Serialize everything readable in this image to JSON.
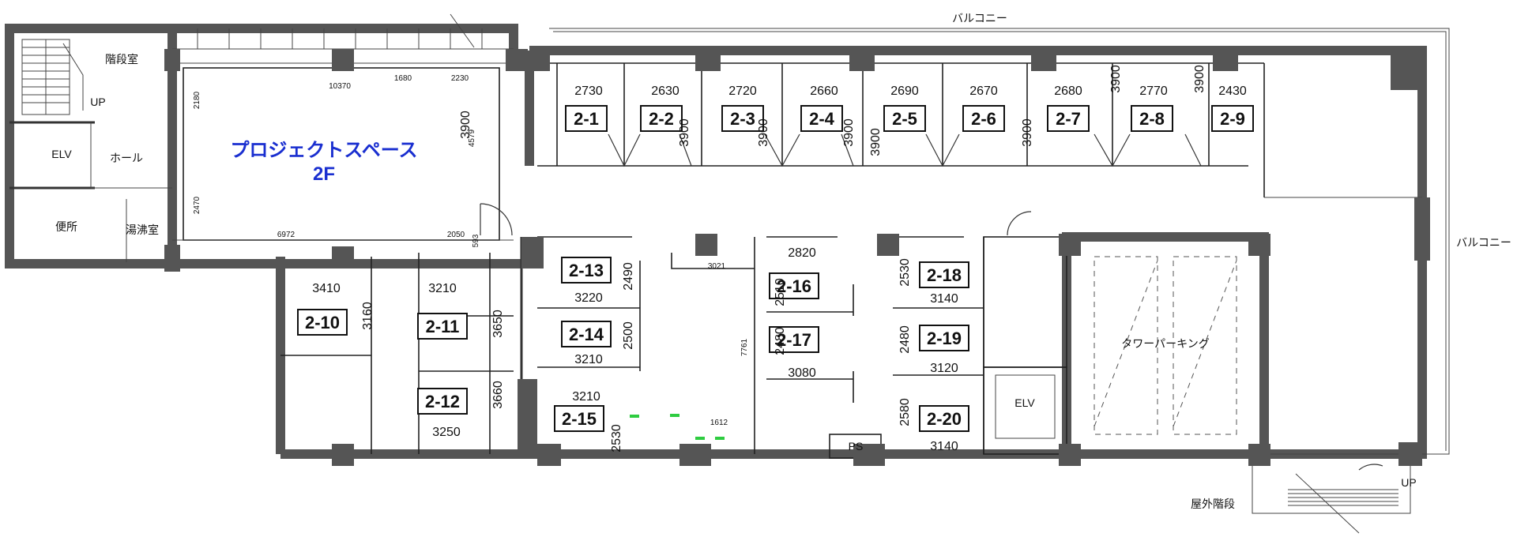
{
  "title": {
    "line1": "プロジェクトスペース",
    "line2": "2F"
  },
  "labels": {
    "balcony_top": "バルコニー",
    "balcony_right": "バルコニー",
    "stair_room": "階段室",
    "up_left": "UP",
    "elv_left": "ELV",
    "hall": "ホール",
    "toilet": "便所",
    "kitchenette": "湯沸室",
    "tower_parking": "タワーパーキング",
    "elv_right": "ELV",
    "ps": "PS",
    "outdoor_stair": "屋外階段",
    "up_right": "UP"
  },
  "rooms": [
    {
      "id": "2-1",
      "width": "2730",
      "depth": ""
    },
    {
      "id": "2-2",
      "width": "2630",
      "depth": "3900"
    },
    {
      "id": "2-3",
      "width": "2720",
      "depth": "3900"
    },
    {
      "id": "2-4",
      "width": "2660",
      "depth": "3900"
    },
    {
      "id": "2-5",
      "width": "2690",
      "depth": "3900"
    },
    {
      "id": "2-6",
      "width": "2670",
      "depth": ""
    },
    {
      "id": "2-7",
      "width": "2680",
      "depth": "3900"
    },
    {
      "id": "2-8",
      "width": "2770",
      "depth": "3900"
    },
    {
      "id": "2-9",
      "width": "2430",
      "depth": "3900"
    },
    {
      "id": "2-10",
      "width": "3410",
      "depth": "3160"
    },
    {
      "id": "2-11",
      "width": "3210",
      "depth": "3650"
    },
    {
      "id": "2-12",
      "width": "3250",
      "depth": "3660"
    },
    {
      "id": "2-13",
      "width": "3220",
      "depth": "2490"
    },
    {
      "id": "2-14",
      "width": "3210",
      "depth": "2500"
    },
    {
      "id": "2-15",
      "width": "3210",
      "depth": "2530"
    },
    {
      "id": "2-16",
      "width": "2820",
      "depth": "2510"
    },
    {
      "id": "2-17",
      "width": "3080",
      "depth": "2480"
    },
    {
      "id": "2-18",
      "width": "3140",
      "depth": "2530"
    },
    {
      "id": "2-19",
      "width": "3120",
      "depth": "2480"
    },
    {
      "id": "2-20",
      "width": "3140",
      "depth": "2580"
    }
  ],
  "dims_extra": {
    "d3900_room1": "3900",
    "d10370": "10370",
    "d1680": "1680",
    "d2230": "2230",
    "d2180": "2180",
    "d4579": "4579",
    "d2470": "2470",
    "d6972": "6972",
    "d2050": "2050",
    "d593": "593",
    "d3021": "3021",
    "d7761": "7761",
    "d1612": "1612"
  },
  "colors": {
    "title": "#1a2fd0",
    "wall": "#555555",
    "marker": "#2ecc40"
  }
}
